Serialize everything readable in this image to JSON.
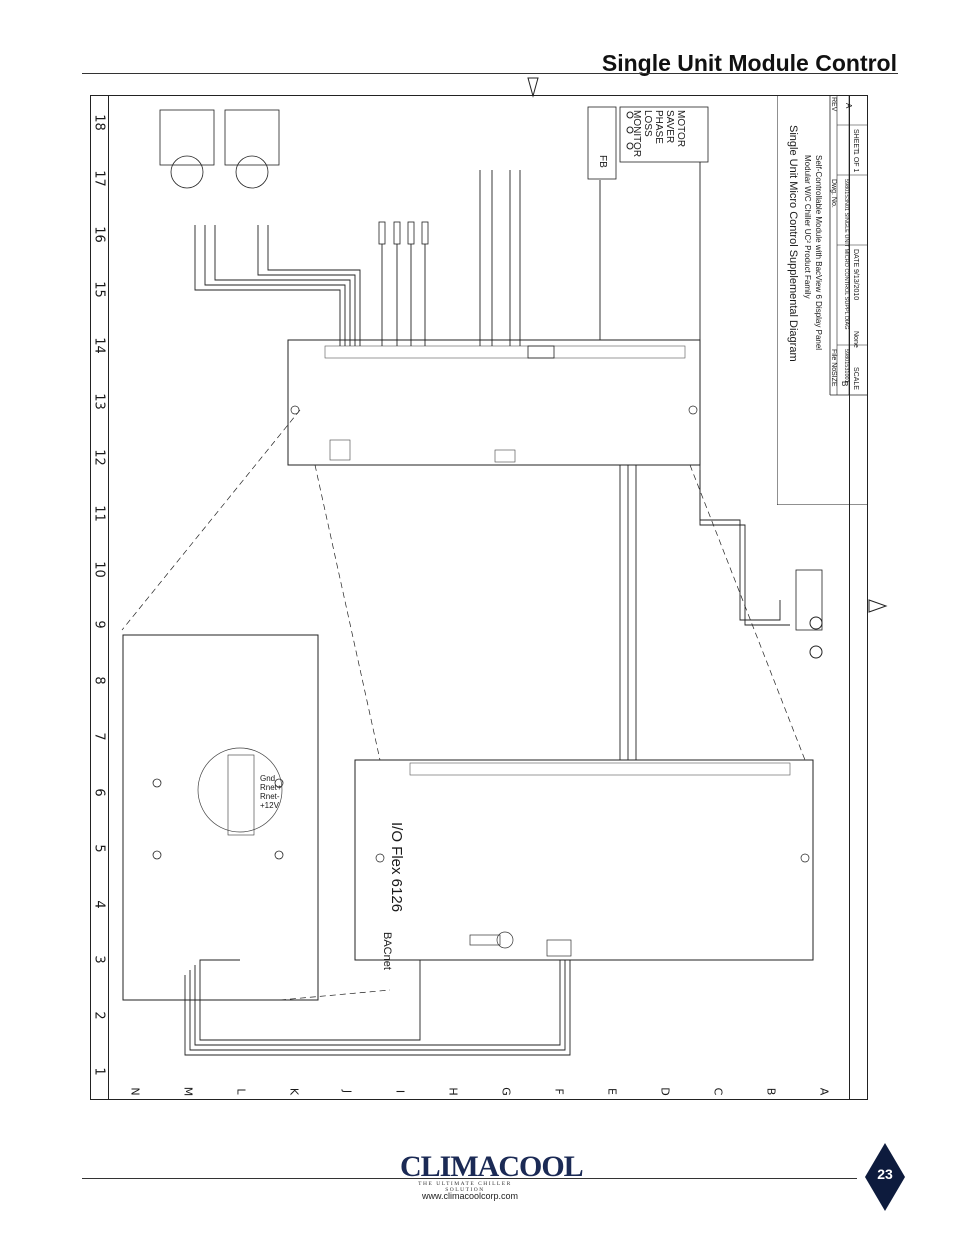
{
  "header": {
    "title": "Single Unit Module Control"
  },
  "grid": {
    "columns": [
      "1",
      "2",
      "3",
      "4",
      "5",
      "6",
      "7",
      "8",
      "9",
      "10",
      "11",
      "12",
      "13",
      "14",
      "15",
      "16",
      "17",
      "18"
    ],
    "rows": [
      "A",
      "B",
      "C",
      "D",
      "E",
      "F",
      "G",
      "H",
      "I",
      "J",
      "K",
      "L",
      "M",
      "N"
    ]
  },
  "title_block": {
    "diagram_title": "Single Unit Micro Control Supplemental Diagram",
    "product_line1": "Modular W/C Chiller  UC² Product Family",
    "product_line2": "Self-Controllable Module with BacView 6 Display Panel",
    "size_label": "SIZE",
    "size_value": "B",
    "file_label": "File No.",
    "file_value": "59801531001",
    "dwg_label": "Dwg. No.",
    "dwg_value": "59801S3N01 SINGLE UNIT MICRO CONTROL SUPPL DIAG",
    "rev_label": "REV",
    "rev_value": "A",
    "scale_label": "SCALE",
    "scale_value": "None",
    "date_label": "DATE",
    "date_value": "9/13/2010",
    "sheet_label": "SHEET",
    "sheet_value": "1 OF 1"
  },
  "labels": {
    "io_flex": "I/O Flex 6126",
    "bacnet": "BACnet",
    "motor_saver": "MOTOR SAVER PHASE LOSS MONITOR",
    "gnd": "Gnd",
    "rnet_plus": "Rnet+",
    "rnet_minus": "Rnet-",
    "v12": "+12V",
    "fb": "FB"
  },
  "footer": {
    "logo": "CLIMACOOL",
    "tagline": "THE ULTIMATE CHILLER SOLUTION",
    "url": "www.climacoolcorp.com",
    "page": "23"
  },
  "colors": {
    "badge": "#0d1b3d",
    "logo": "#1b2a55"
  }
}
